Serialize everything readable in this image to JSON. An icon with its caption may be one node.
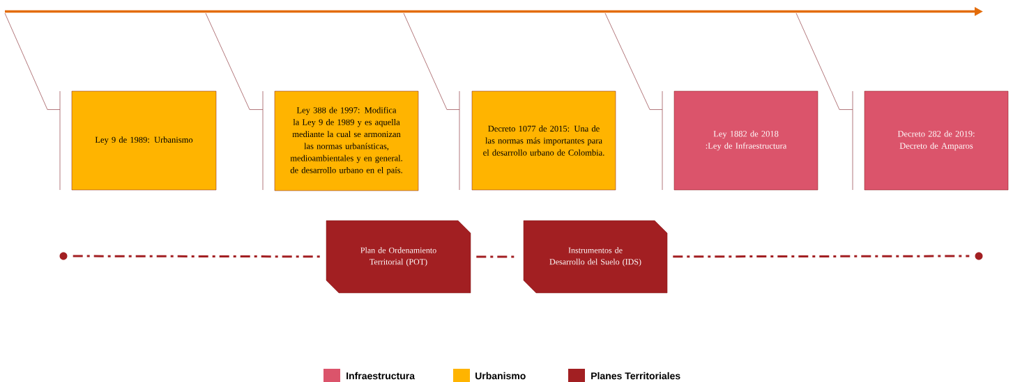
{
  "diagram": {
    "nodes": [
      {
        "text": [
          "Ley 9 de 1989: Urbanismo"
        ]
      },
      {
        "text": [
          "Ley 388 de 1997: Modifica la Ley 9 de 1989 y es aquella mediante la cual se armonizan las normas urbanísticas, medioambientales y en general. de desarrollo urbano en el país."
        ]
      },
      {
        "text": [
          "Decreto 1077 de 2015: Una de las normas más importantes para el desarrollo urbano de Colombia."
        ]
      },
      {
        "text": [
          "Ley 1882 de 2018 :Ley de Infraestructura"
        ]
      },
      {
        "text": [
          "Decreto 282 de 2019: Decreto de Amparos"
        ]
      },
      {
        "text": [],
        "shape": "circle"
      },
      {
        "text": [
          "Plan de Ordenamiento Territorial (POT)"
        ]
      },
      {
        "text": [
          "Instrumentos de Desarrollo del Suelo (IDS)"
        ]
      },
      {
        "text": [],
        "shape": "circle"
      }
    ],
    "edges": [
      {
        "from": 5,
        "to": 6,
        "arrow": "none",
        "style": "dashed"
      },
      {
        "from": 6,
        "to": 7,
        "arrow": "none",
        "style": "dashed"
      },
      {
        "from": 7,
        "to": 8,
        "arrow": "none",
        "style": "dashed"
      }
    ],
    "legend": [
      {
        "text": "Infraestructura",
        "color": "#db546b"
      },
      {
        "text": "Urbanismo",
        "color": "#ffb400"
      },
      {
        "text": "Planes Territoriales",
        "color": "#a21f22"
      }
    ]
  }
}
